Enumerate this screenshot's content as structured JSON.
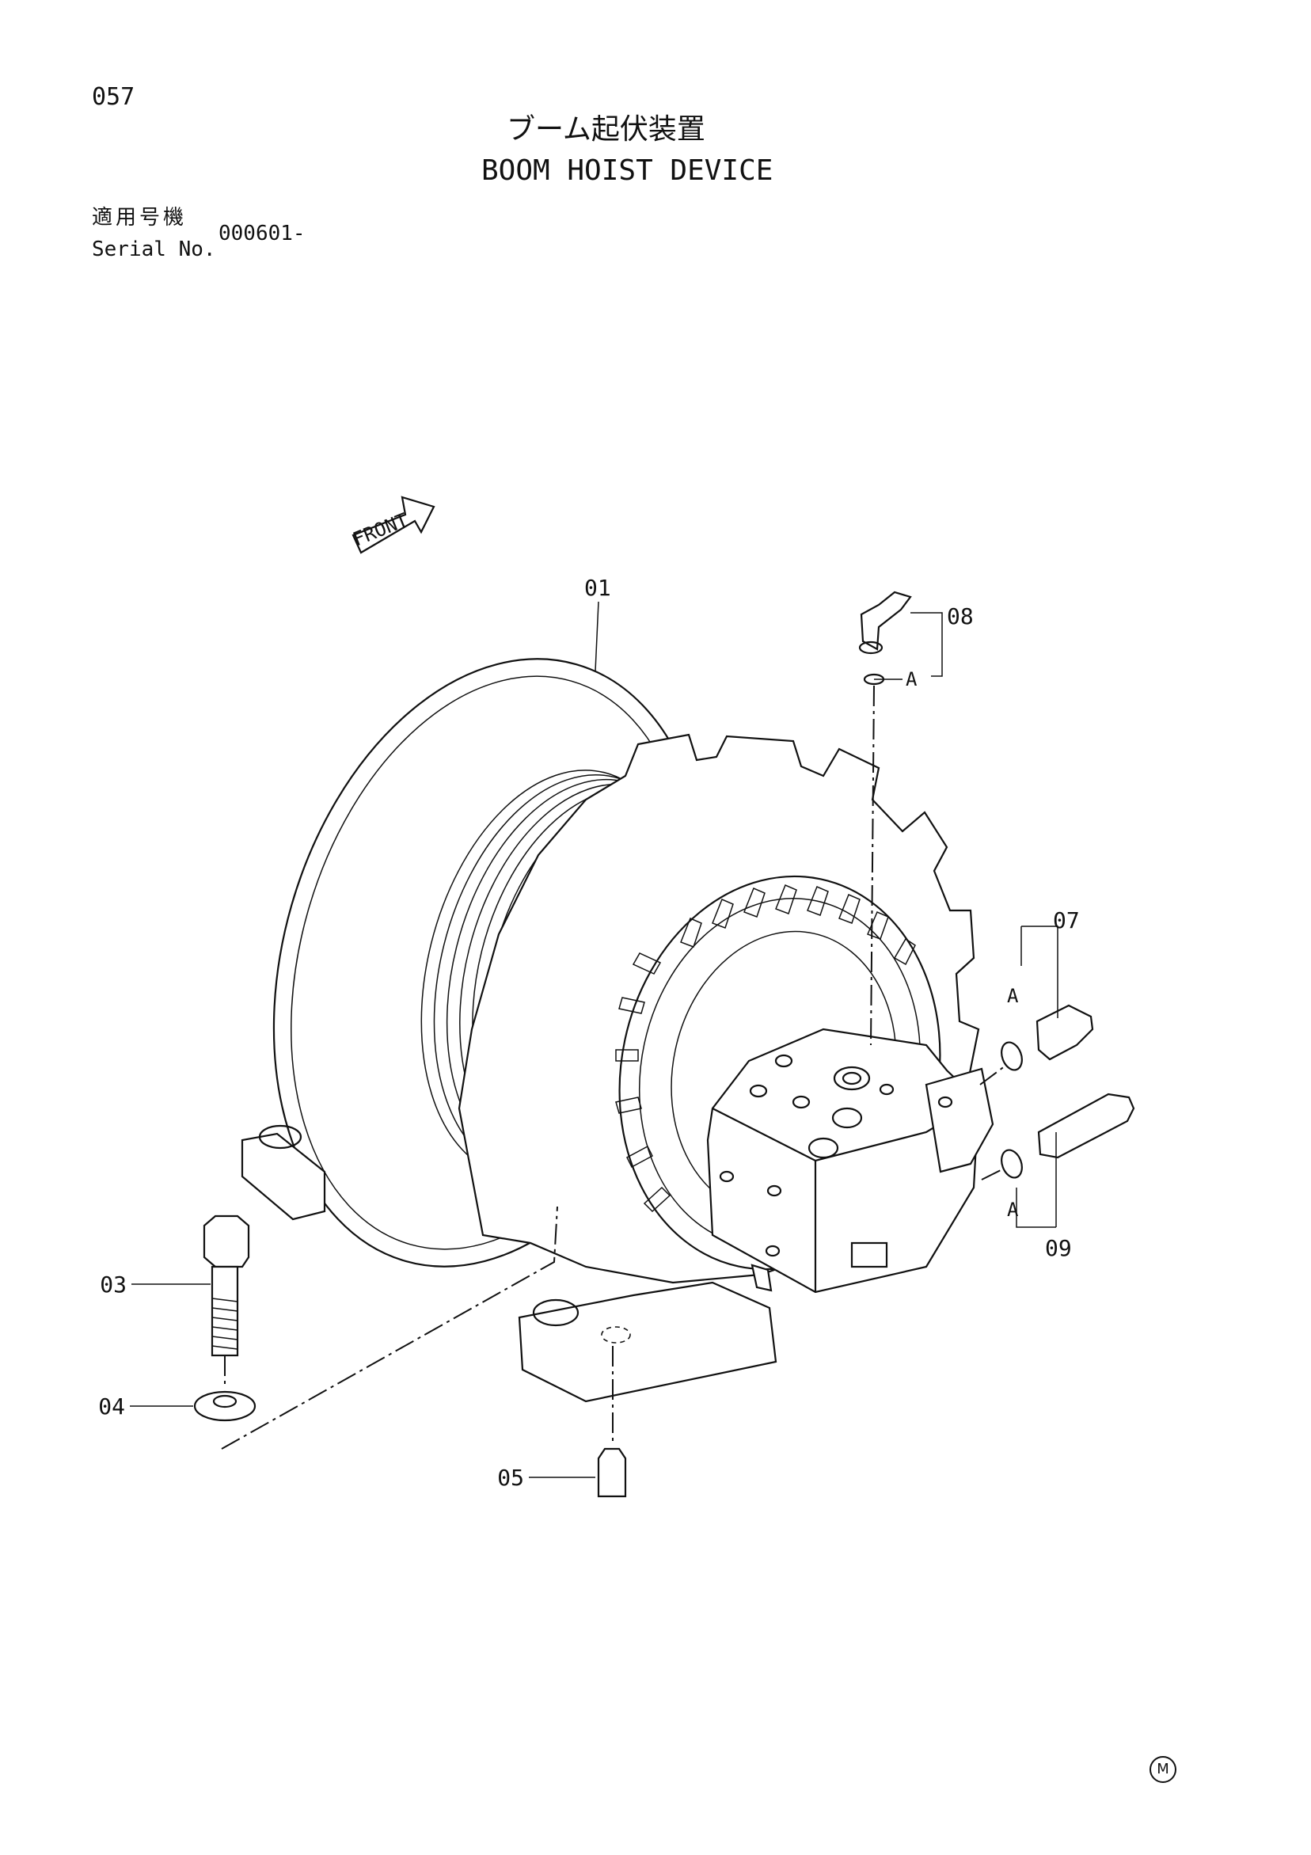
{
  "header": {
    "page_number": "057",
    "title_jp": "ブーム起伏装置",
    "title_en": "BOOM HOIST DEVICE",
    "serial_label_jp": "適用号機",
    "serial_label_en": "Serial No.",
    "serial_value": "000601-"
  },
  "diagram": {
    "front_label": "FRONT",
    "callouts": {
      "p01": "01",
      "p03": "03",
      "p04": "04",
      "p05": "05",
      "p07": "07",
      "p08": "08",
      "p09": "09"
    },
    "ref_a_top": "A",
    "ref_a_mid": "A",
    "ref_a_bottom": "A"
  },
  "footer": {
    "mark": "M"
  }
}
